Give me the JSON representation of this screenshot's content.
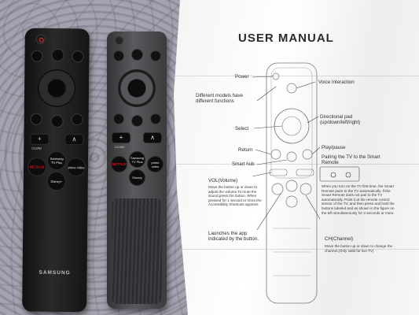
{
  "remote1": {
    "brand": "SAMSUNG",
    "netflix": "NETFLIX",
    "samsung_tv_plus": "Samsung TV Plus",
    "prime_video": "prime video",
    "disney": "Disney+",
    "cc_ad": "CC/AD"
  },
  "remote2": {
    "netflix": "NETFLIX",
    "samsung_tv_plus": "Samsung TV Plus",
    "prime_video": "prime video",
    "disney": "Disney",
    "cc_ad": "CC/AD"
  },
  "manual": {
    "title": "USER MANUAL",
    "power": "Power",
    "different_models": "Different models have different functions",
    "voice": "Voice Interaction",
    "dpad": "Directional pad (up/down/left/right)",
    "select": "Select",
    "return": "Return",
    "play_pause": "Play/pause",
    "smart_hub": "Smart hub",
    "pairing": "Pairing the TV to the Smart Remote",
    "vol_title": "VOL(Volume)",
    "vol_text": "Move the button up or down to adjust the volume.To mute the sound,press the button. When pressed for 1 second or more,the Accessibility Shortcuts appears",
    "pair_text": "When you turn on the TV first time, the Smart Remote pairs to the TV automatically. If the Smart Remote does not pair to the TV automatically, Point it at the remote control sensor of the TV, and then press and hold the buttons labeled and as shown in the figure on the left simultaneously for 3 seconds or more.",
    "launch": "Launches the app indicated by the button.",
    "ch_title": "CH(Channel)",
    "ch_text": "Move the button up or down to change the channel.(Only valid for live TV)"
  }
}
